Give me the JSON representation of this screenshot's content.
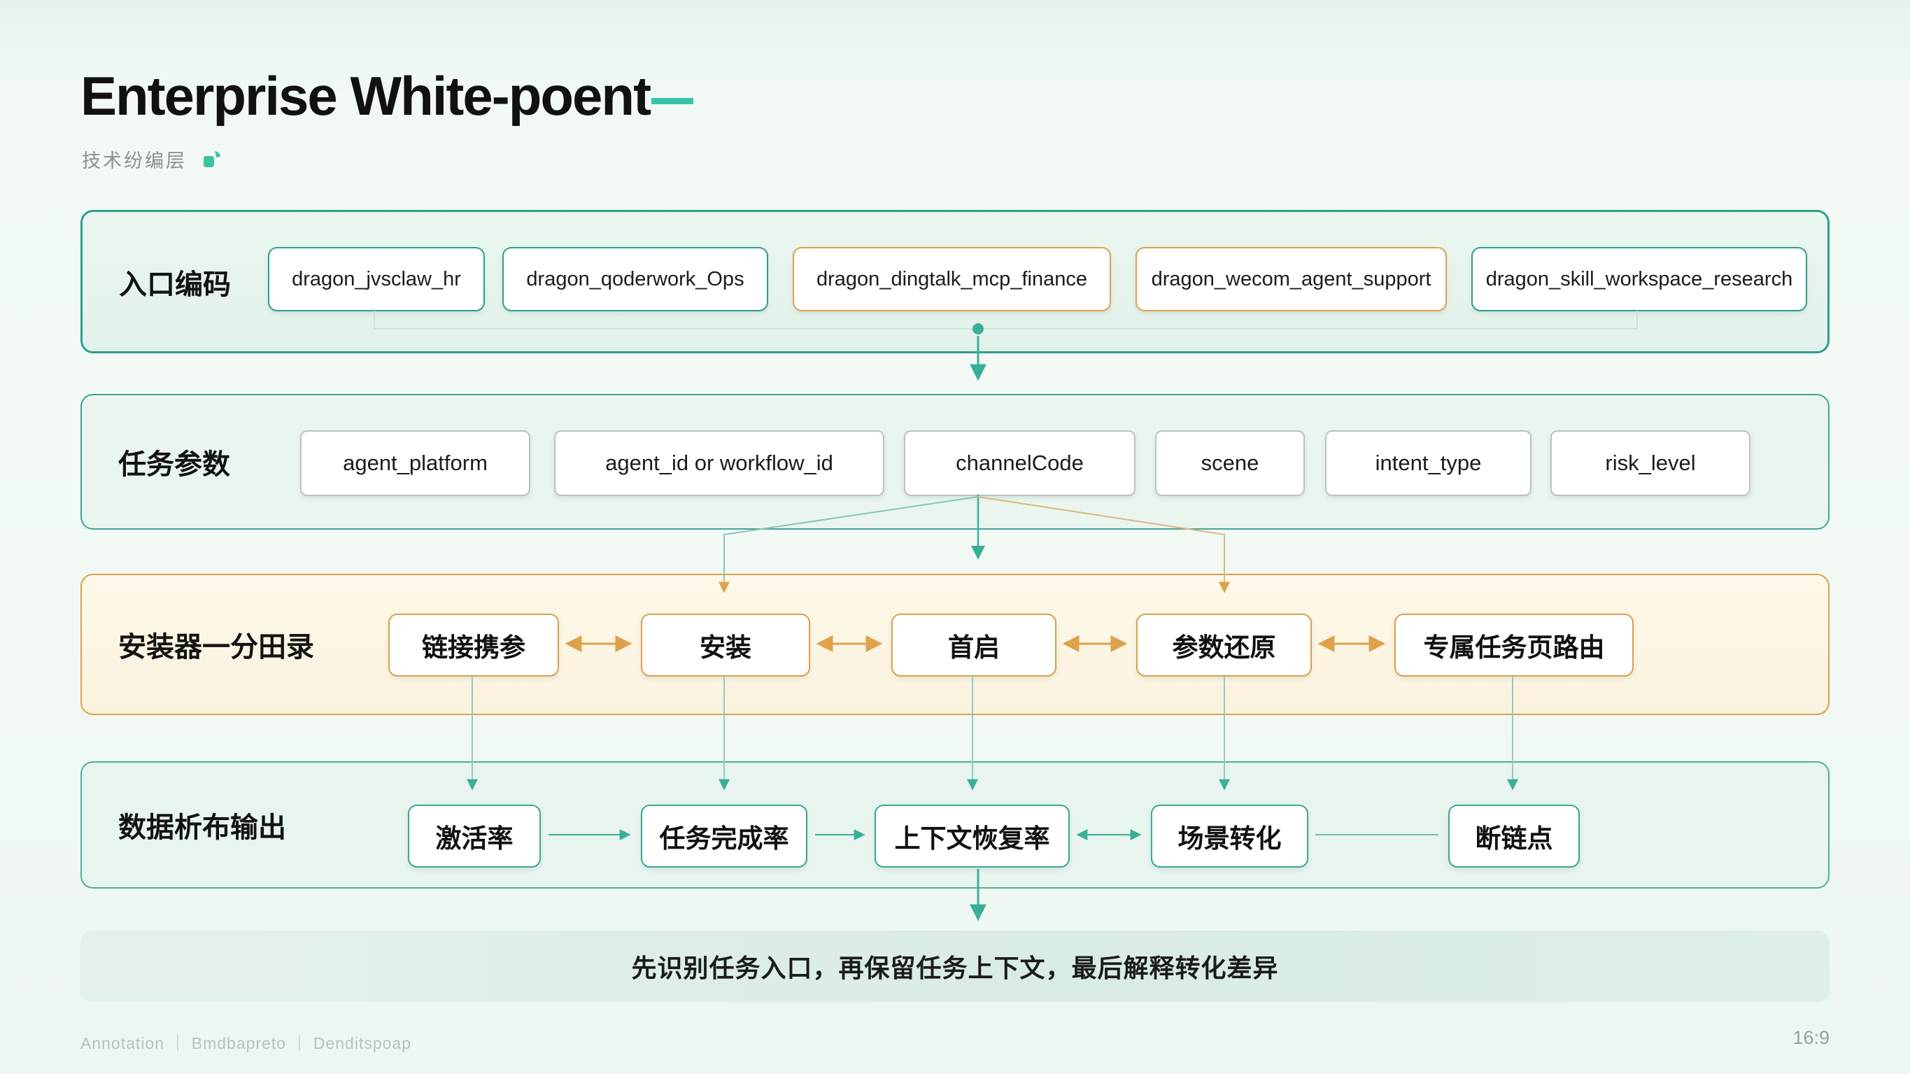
{
  "header": {
    "title": "Enterprise White-poent",
    "subtitle": "技术纷编层"
  },
  "rows": {
    "entry": {
      "label": "入口编码",
      "boxes": [
        {
          "label": "dragon_jvsclaw_hr",
          "accent": "teal"
        },
        {
          "label": "dragon_qoderwork_Ops",
          "accent": "teal"
        },
        {
          "label": "dragon_dingtalk_mcp_finance",
          "accent": "orange"
        },
        {
          "label": "dragon_wecom_agent_support",
          "accent": "orange"
        },
        {
          "label": "dragon_skill_workspace_research",
          "accent": "teal"
        }
      ]
    },
    "params": {
      "label": "任务参数",
      "boxes": [
        {
          "label": "agent_platform"
        },
        {
          "label": "agent_id or workflow_id"
        },
        {
          "label": "channelCode"
        },
        {
          "label": "scene"
        },
        {
          "label": "intent_type"
        },
        {
          "label": "risk_level"
        }
      ]
    },
    "install": {
      "label": "安装器一分田录",
      "boxes": [
        {
          "label": "链接携参"
        },
        {
          "label": "安装"
        },
        {
          "label": "首启"
        },
        {
          "label": "参数还原"
        },
        {
          "label": "专属任务页路由"
        }
      ]
    },
    "metrics": {
      "label": "数据析布输出",
      "boxes": [
        {
          "label": "激活率"
        },
        {
          "label": "任务完成率"
        },
        {
          "label": "上下文恢复率"
        },
        {
          "label": "场景转化"
        },
        {
          "label": "断链点"
        }
      ]
    }
  },
  "banner": {
    "text": "先识别任务入口，再保留任务上下文，最后解释转化差异"
  },
  "footer": {
    "left": "Annotation ｜ Bmdbapreto ｜ Denditspoap",
    "right": "16:9"
  },
  "palette": {
    "teal": "#2f9e8c",
    "teal_bright": "#3aaf97",
    "orange": "#dfa14b",
    "cream": "#faf2dd",
    "mint": "#e9f5ee",
    "ink": "#161616"
  }
}
